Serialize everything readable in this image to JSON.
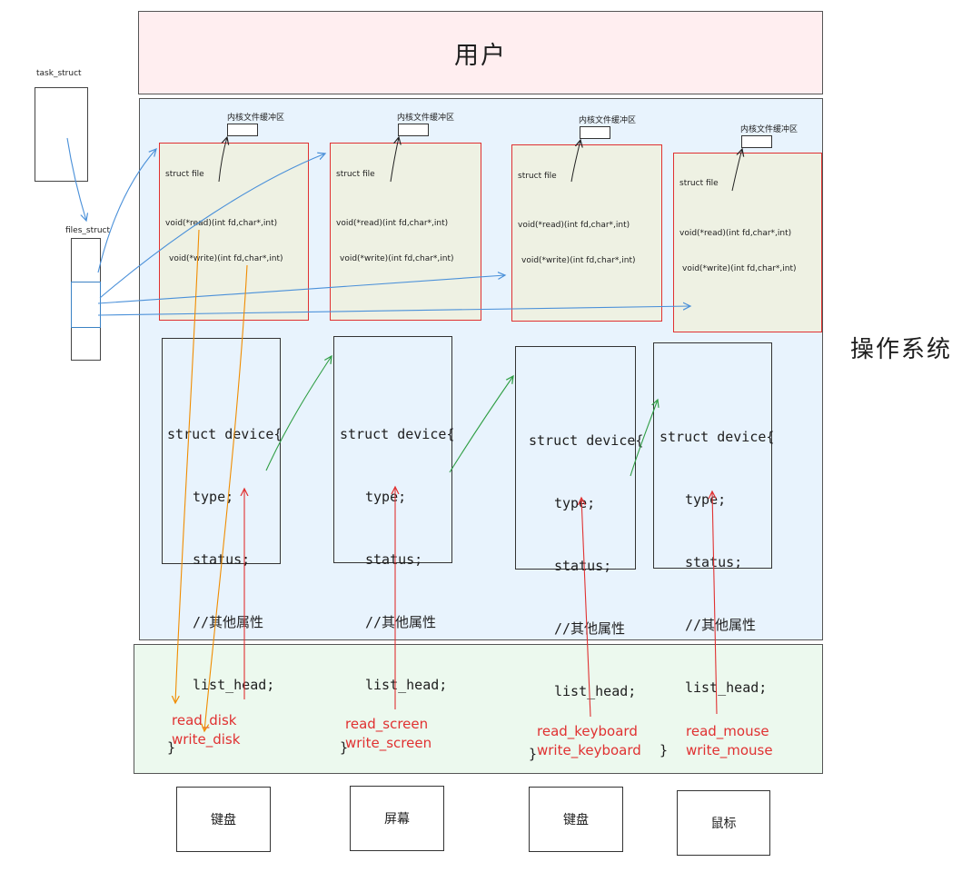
{
  "user_label": "用户",
  "os_label": "操作系统",
  "task_struct_label": "task_struct",
  "files_struct_label": "files_struct",
  "file_structs": [
    {
      "buffer": "内核文件缓冲区",
      "name": "struct file",
      "read": "void(*read)(int fd,char*,int)",
      "write": "void(*write)(int fd,char*,int)"
    },
    {
      "buffer": "内核文件缓冲区",
      "name": "struct file",
      "read": "void(*read)(int fd,char*,int)",
      "write": "void(*write)(int fd,char*,int)"
    },
    {
      "buffer": "内核文件缓冲区",
      "name": "struct file",
      "read": "void(*read)(int fd,char*,int)",
      "write": "void(*write)(int fd,char*,int)"
    },
    {
      "buffer": "内核文件缓冲区",
      "name": "struct file",
      "read": "void(*read)(int fd,char*,int)",
      "write": "void(*write)(int fd,char*,int)"
    }
  ],
  "devices": [
    {
      "l1": "struct device{",
      "l2": "type;",
      "l3": "status;",
      "l4": "//其他属性",
      "l5": "list_head;",
      "l6": "}"
    },
    {
      "l1": "struct device{",
      "l2": "type;",
      "l3": "status;",
      "l4": "//其他属性",
      "l5": "list_head;",
      "l6": "}"
    },
    {
      "l1": "struct device{",
      "l2": "type;",
      "l3": "status;",
      "l4": "//其他属性",
      "l5": "list_head;",
      "l6": "}"
    },
    {
      "l1": "struct device{",
      "l2": "type;",
      "l3": "status;",
      "l4": "//其他属性",
      "l5": "list_head;",
      "l6": "}"
    }
  ],
  "drivers": [
    {
      "read": "read_disk",
      "write": "write_disk"
    },
    {
      "read": "read_screen",
      "write": "write_screen"
    },
    {
      "read": "read_keyboard",
      "write": "write_keyboard"
    },
    {
      "read": "read_mouse",
      "write": "write_mouse"
    }
  ],
  "hardware": [
    "键盘",
    "屏幕",
    "键盘",
    "鼠标"
  ],
  "colors": {
    "user_bg": "#ffeef0",
    "os_bg": "#e8f3fd",
    "driver_bg": "#ecf9ee",
    "file_border": "#e03131",
    "blue_arrow": "#4a90d9",
    "green_arrow": "#2f9e44",
    "orange_arrow": "#f08c00",
    "red_arrow": "#e03131"
  }
}
